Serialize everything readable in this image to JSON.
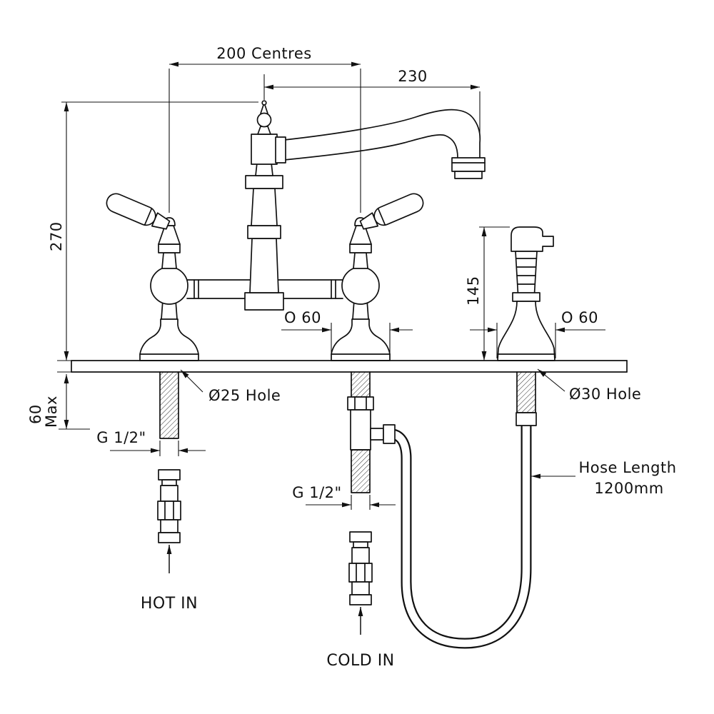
{
  "drawing": {
    "dims": {
      "centres": "200 Centres",
      "reach": "230",
      "height": "270",
      "spray_height": "145",
      "mid_base": "O 60",
      "spray_base": "O 60",
      "main_hole": "Ø25 Hole",
      "spray_hole": "Ø30 Hole",
      "counter_max_1": "60",
      "counter_max_2": "Max",
      "hot_thread": "G 1/2\"",
      "cold_thread": "G 1/2\"",
      "hose_1": "Hose Length",
      "hose_2": "1200mm"
    },
    "labels": {
      "hot_in": "HOT IN",
      "cold_in": "COLD IN"
    },
    "colors": {
      "line": "#111111",
      "background": "#ffffff"
    }
  }
}
